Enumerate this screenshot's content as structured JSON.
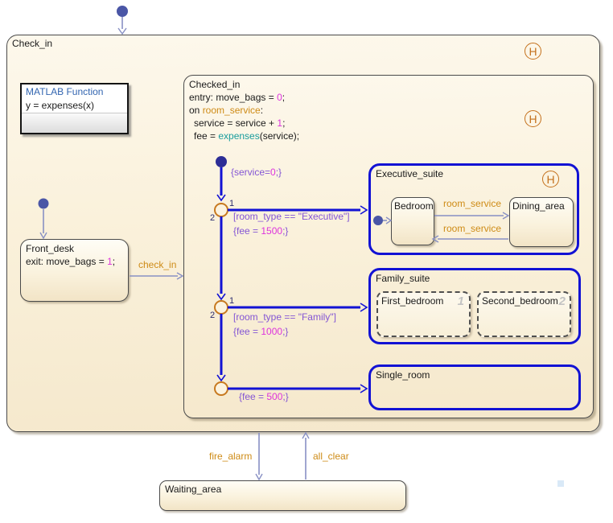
{
  "states": {
    "check_in": {
      "title": "Check_in"
    },
    "checked_in": {
      "title": "Checked_in",
      "entry_prefix": "entry: move_bags = ",
      "entry_value": "0",
      "entry_suffix": ";",
      "on_prefix": "on ",
      "on_event": "room_service",
      "on_suffix": ":",
      "svc_prefix": "service = service + ",
      "svc_value": "1",
      "svc_suffix": ";",
      "fee_prefix": "fee = ",
      "fee_func": "expenses",
      "fee_suffix": "(service);"
    },
    "front_desk": {
      "title": "Front_desk",
      "exit_prefix": "exit: move_bags = ",
      "exit_value": "1",
      "exit_suffix": ";"
    },
    "executive_suite": {
      "title": "Executive_suite"
    },
    "bedroom": {
      "title": "Bedroom"
    },
    "dining_area": {
      "title": "Dining_area"
    },
    "family_suite": {
      "title": "Family_suite"
    },
    "first_bedroom": {
      "title": "First_bedroom",
      "order": "1"
    },
    "second_bedroom": {
      "title": "Second_bedroom",
      "order": "2"
    },
    "single_room": {
      "title": "Single_room"
    },
    "waiting_area": {
      "title": "Waiting_area"
    }
  },
  "matlab_function": {
    "header": "MATLAB Function",
    "signature": "y = expenses(x)"
  },
  "transitions": {
    "check_in_label": "check_in",
    "fire_alarm_label": "fire_alarm",
    "all_clear_label": "all_clear",
    "room_service_to_dining": "room_service",
    "room_service_to_bedroom": "room_service",
    "init_pre": "{service=",
    "init_val": "0",
    "init_post": ";}",
    "exec_cond_pre": "[room_type == ",
    "exec_cond_str": "\"Executive\"",
    "exec_cond_post": "]",
    "exec_fee_pre": "{fee = ",
    "exec_fee_val": "1500",
    "exec_fee_post": ";}",
    "family_cond_pre": "[room_type == ",
    "family_cond_str": "\"Family\"",
    "family_cond_post": "]",
    "family_fee_pre": "{fee = ",
    "family_fee_val": "1000",
    "family_fee_post": ";}",
    "single_fee_pre": "{fee = ",
    "single_fee_val": "500",
    "single_fee_post": ";}"
  },
  "junctions": {
    "j1_order1": "1",
    "j1_order2": "2",
    "j2_order1": "1",
    "j2_order2": "2"
  },
  "icons": {
    "history": "H"
  },
  "colors": {
    "state_fill": "#FAF1DB",
    "state_border": "#4A4A4A",
    "suite_border": "#1212D4",
    "transition_thick": "#1212D4",
    "transition_thin": "#8890C4",
    "default_dot": "#4A56A6",
    "inner_default_dot": "#2D2D96",
    "junction_border": "#C7791F",
    "history_orange": "#C4701B",
    "event_text": "#CE8B16",
    "condition_text": "#8456D4",
    "value_text": "#DD33DD",
    "function_text": "#199D9D",
    "matlab_header_text": "#3265B0"
  }
}
